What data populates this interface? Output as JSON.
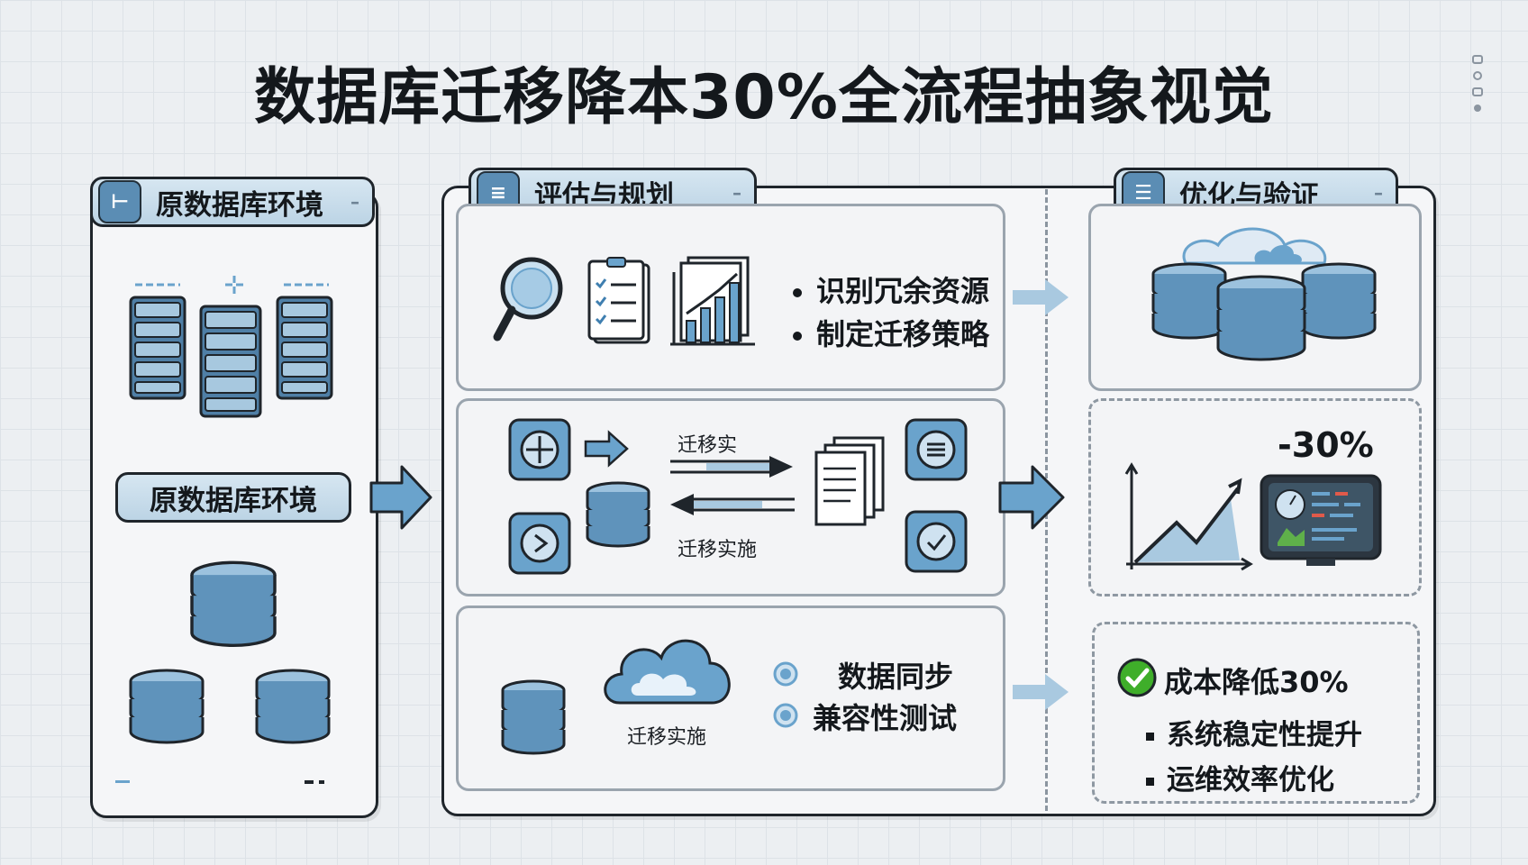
{
  "title": "数据库迁移降本30%全流程抽象视觉",
  "left_panel": {
    "header": "原数据库环境",
    "mid_label": "原数据库环境"
  },
  "middle_panel": {
    "header": "评估与规划",
    "plan_bullets": [
      "识别冗余资源",
      "制定迁移策略"
    ],
    "migration_top_label": "迁移实",
    "migration_bottom_label": "迁移实施",
    "cloud_label": "迁移实施",
    "sync_items": [
      "数据同步",
      "兼容性测试"
    ]
  },
  "right_panel": {
    "header": "优化与验证",
    "reduction_label": "-30%",
    "result_check": "成本降低30%",
    "result_bullets": [
      "系统稳定性提升",
      "运维效率优化"
    ]
  },
  "colors": {
    "accent_blue": "#6aa3cc",
    "dark_outline": "#1f252b",
    "check_green": "#3fae2a"
  }
}
